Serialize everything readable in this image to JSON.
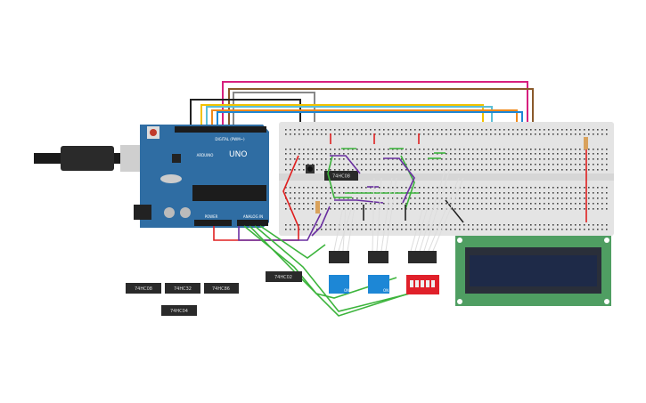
{
  "canvas": {
    "background": "#ffffff"
  },
  "arduino": {
    "brand": "ARDUINO",
    "model": "UNO",
    "digital_label": "DIGITAL (PWM~)",
    "power_label": "POWER",
    "analog_label": "ANALOG IN",
    "color": "#2f6da3"
  },
  "breadboard": {
    "chip_label": "74HC08",
    "color": "#e4e4e4"
  },
  "dip_switches": [
    {
      "color": "#1d87d6",
      "label": "ON"
    },
    {
      "color": "#1d87d6",
      "label": "ON"
    },
    {
      "color": "#e0202a",
      "label": ""
    }
  ],
  "lcd": {
    "board_color": "#4f9e62",
    "screen_color": "#1e2a48"
  },
  "loose_chips": [
    {
      "label": "74HC08"
    },
    {
      "label": "74HC32"
    },
    {
      "label": "74HC86"
    },
    {
      "label": "74HC04"
    },
    {
      "label": "74HC02"
    }
  ],
  "wire_colors": {
    "red": "#e02020",
    "black": "#222222",
    "green": "#3cb43c",
    "purple": "#6a2fa0",
    "yellow": "#f2c200",
    "cyan": "#5bbfd6",
    "orange": "#f08a1c",
    "magenta": "#d6207e",
    "brown": "#8a5a2b",
    "gray": "#888888",
    "white": "#e8e8e8"
  }
}
